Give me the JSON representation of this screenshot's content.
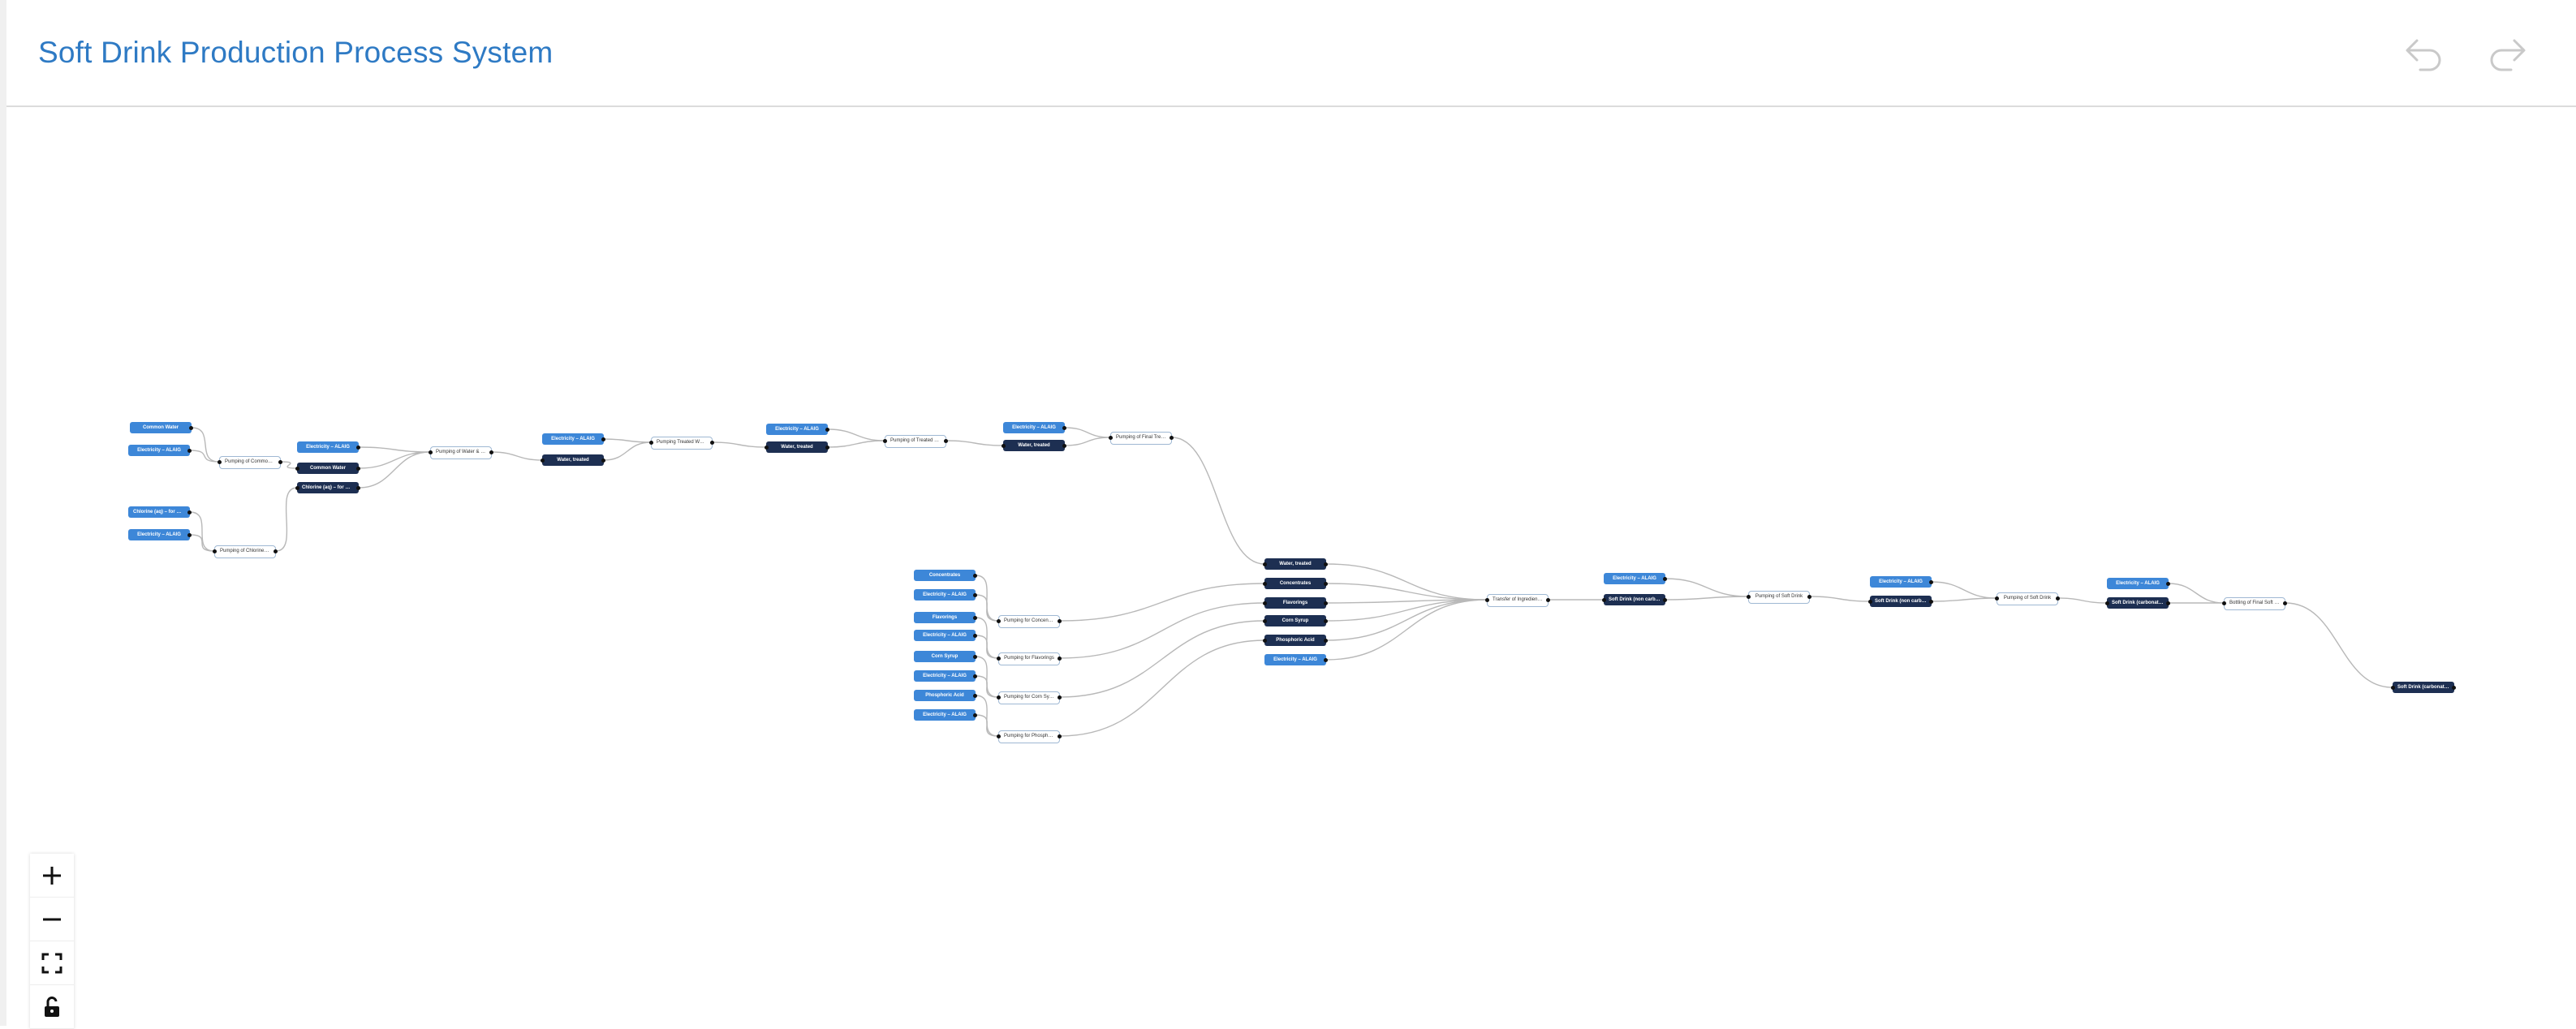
{
  "header": {
    "title": "Soft Drink Production Process System",
    "undo_icon": "undo-icon",
    "redo_icon": "redo-icon"
  },
  "colors": {
    "title": "#2e7ac4",
    "resource_node": "#3d87d8",
    "flow_node": "#1d2f52",
    "process_border": "#9fb8d3",
    "edge": "#b8b8b8"
  },
  "controls": {
    "zoom_in_icon": "plus-icon",
    "zoom_out_icon": "minus-icon",
    "fit_view_icon": "fit-view-icon",
    "lock_icon": "unlock-icon"
  },
  "diagram": {
    "nodes": [
      {
        "id": "n1",
        "label": "Common Water",
        "kind": "resource"
      },
      {
        "id": "n2",
        "label": "Electricity – ALAIG",
        "kind": "resource"
      },
      {
        "id": "n3",
        "label": "Pumping of Common Water",
        "kind": "process"
      },
      {
        "id": "n4",
        "label": "Chlorine (aq) – for water treatment",
        "kind": "resource"
      },
      {
        "id": "n5",
        "label": "Electricity – ALAIG",
        "kind": "resource"
      },
      {
        "id": "n6",
        "label": "Pumping of Chlorine (aq)",
        "kind": "process"
      },
      {
        "id": "n7",
        "label": "Electricity – ALAIG",
        "kind": "resource"
      },
      {
        "id": "n8",
        "label": "Common Water",
        "kind": "flow"
      },
      {
        "id": "n9",
        "label": "Chlorine (aq) – for water treatment",
        "kind": "flow"
      },
      {
        "id": "n10",
        "label": "Pumping of Water & Chlorine",
        "kind": "process"
      },
      {
        "id": "n11",
        "label": "Electricity – ALAIG",
        "kind": "resource"
      },
      {
        "id": "n12",
        "label": "Water, treated",
        "kind": "flow"
      },
      {
        "id": "n13",
        "label": "Pumping Treated Water",
        "kind": "process"
      },
      {
        "id": "n14",
        "label": "Electricity – ALAIG",
        "kind": "resource"
      },
      {
        "id": "n15",
        "label": "Water, treated",
        "kind": "flow"
      },
      {
        "id": "n16",
        "label": "Pumping of Treated Water",
        "kind": "process"
      },
      {
        "id": "n17",
        "label": "Electricity – ALAIG",
        "kind": "resource"
      },
      {
        "id": "n18",
        "label": "Water, treated",
        "kind": "flow"
      },
      {
        "id": "n19",
        "label": "Pumping of Final Treated Water",
        "kind": "process"
      },
      {
        "id": "n20",
        "label": "Concentrates",
        "kind": "resource"
      },
      {
        "id": "n21",
        "label": "Electricity – ALAIG",
        "kind": "resource"
      },
      {
        "id": "n22",
        "label": "Pumping for Concentrates",
        "kind": "process"
      },
      {
        "id": "n23",
        "label": "Flavorings",
        "kind": "resource"
      },
      {
        "id": "n24",
        "label": "Electricity – ALAIG",
        "kind": "resource"
      },
      {
        "id": "n25",
        "label": "Pumping for Flavorings",
        "kind": "process"
      },
      {
        "id": "n26",
        "label": "Corn Syrup",
        "kind": "resource"
      },
      {
        "id": "n27",
        "label": "Electricity – ALAIG",
        "kind": "resource"
      },
      {
        "id": "n28",
        "label": "Pumping for Corn Syrup",
        "kind": "process"
      },
      {
        "id": "n29",
        "label": "Phosphoric Acid",
        "kind": "resource"
      },
      {
        "id": "n30",
        "label": "Electricity – ALAIG",
        "kind": "resource"
      },
      {
        "id": "n31",
        "label": "Pumping for Phosphoric Acid",
        "kind": "process"
      },
      {
        "id": "n32",
        "label": "Water, treated",
        "kind": "flow"
      },
      {
        "id": "n33",
        "label": "Concentrates",
        "kind": "flow"
      },
      {
        "id": "n34",
        "label": "Flavorings",
        "kind": "flow"
      },
      {
        "id": "n35",
        "label": "Corn Syrup",
        "kind": "flow"
      },
      {
        "id": "n36",
        "label": "Phosphoric Acid",
        "kind": "flow"
      },
      {
        "id": "n37",
        "label": "Electricity – ALAIG",
        "kind": "resource"
      },
      {
        "id": "n38",
        "label": "Transfer of Ingredients to Mixer",
        "kind": "process"
      },
      {
        "id": "n39",
        "label": "Electricity – ALAIG",
        "kind": "resource"
      },
      {
        "id": "n40",
        "label": "Soft Drink (non carbonated)",
        "kind": "flow"
      },
      {
        "id": "n41",
        "label": "Pumping of Soft Drink",
        "kind": "process"
      },
      {
        "id": "n42",
        "label": "Electricity – ALAIG",
        "kind": "resource"
      },
      {
        "id": "n43",
        "label": "Soft Drink (non carbonated)",
        "kind": "flow"
      },
      {
        "id": "n44",
        "label": "Pumping of Soft Drink",
        "kind": "process"
      },
      {
        "id": "n45",
        "label": "Electricity – ALAIG",
        "kind": "resource"
      },
      {
        "id": "n46",
        "label": "Soft Drink (carbonated)",
        "kind": "flow"
      },
      {
        "id": "n47",
        "label": "Bottling of Final Soft Drink",
        "kind": "process"
      },
      {
        "id": "n48",
        "label": "Soft Drink (carbonated)",
        "kind": "flow"
      }
    ],
    "edges": [
      [
        "n1",
        "n3"
      ],
      [
        "n2",
        "n3"
      ],
      [
        "n4",
        "n6"
      ],
      [
        "n5",
        "n6"
      ],
      [
        "n3",
        "n8"
      ],
      [
        "n6",
        "n9"
      ],
      [
        "n7",
        "n10"
      ],
      [
        "n8",
        "n10"
      ],
      [
        "n9",
        "n10"
      ],
      [
        "n10",
        "n12"
      ],
      [
        "n11",
        "n13"
      ],
      [
        "n12",
        "n13"
      ],
      [
        "n13",
        "n15"
      ],
      [
        "n14",
        "n16"
      ],
      [
        "n15",
        "n16"
      ],
      [
        "n16",
        "n18"
      ],
      [
        "n17",
        "n19"
      ],
      [
        "n18",
        "n19"
      ],
      [
        "n19",
        "n32"
      ],
      [
        "n20",
        "n22"
      ],
      [
        "n21",
        "n22"
      ],
      [
        "n23",
        "n25"
      ],
      [
        "n24",
        "n25"
      ],
      [
        "n26",
        "n28"
      ],
      [
        "n27",
        "n28"
      ],
      [
        "n29",
        "n31"
      ],
      [
        "n30",
        "n31"
      ],
      [
        "n22",
        "n33"
      ],
      [
        "n25",
        "n34"
      ],
      [
        "n28",
        "n35"
      ],
      [
        "n31",
        "n36"
      ],
      [
        "n32",
        "n38"
      ],
      [
        "n33",
        "n38"
      ],
      [
        "n34",
        "n38"
      ],
      [
        "n35",
        "n38"
      ],
      [
        "n36",
        "n38"
      ],
      [
        "n37",
        "n38"
      ],
      [
        "n38",
        "n40"
      ],
      [
        "n39",
        "n41"
      ],
      [
        "n40",
        "n41"
      ],
      [
        "n41",
        "n43"
      ],
      [
        "n42",
        "n44"
      ],
      [
        "n43",
        "n44"
      ],
      [
        "n44",
        "n46"
      ],
      [
        "n45",
        "n47"
      ],
      [
        "n46",
        "n47"
      ],
      [
        "n47",
        "n48"
      ]
    ]
  }
}
